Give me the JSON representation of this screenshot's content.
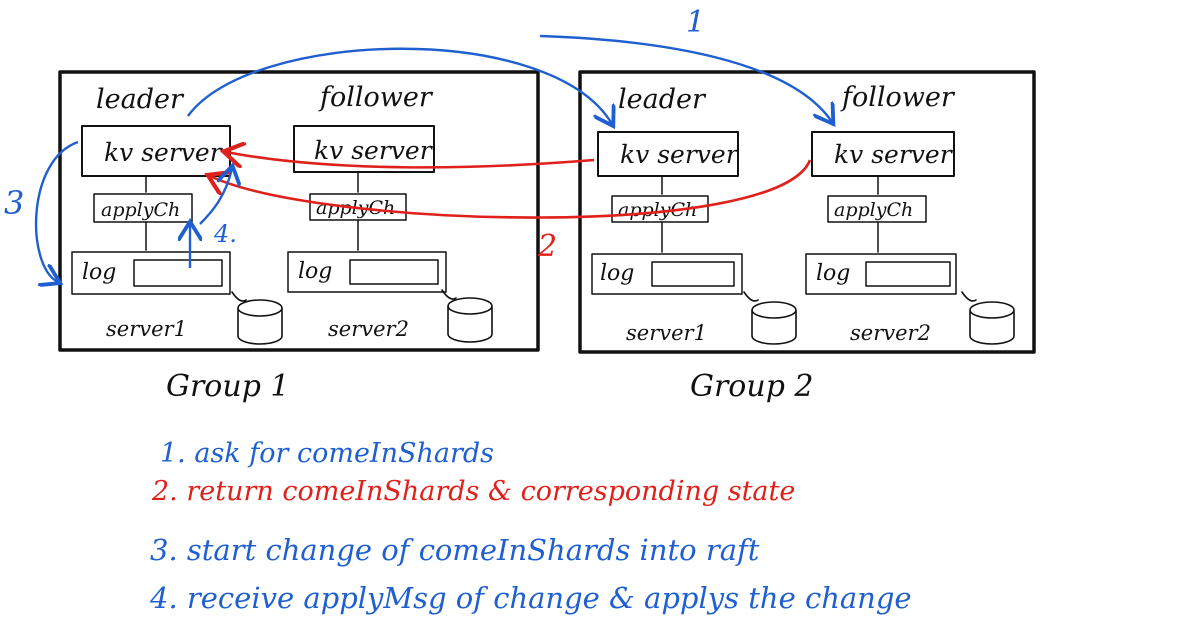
{
  "colors": {
    "ink": "#111111",
    "blue": "#1f5fd0",
    "red": "#e0201a"
  },
  "groups": [
    {
      "label": "Group 1",
      "servers": [
        {
          "role": "leader",
          "kv": "kv server",
          "apply": "applyCh",
          "log": "log",
          "name": "server1"
        },
        {
          "role": "follower",
          "kv": "kv server",
          "apply": "applyCh",
          "log": "log",
          "name": "server2"
        }
      ]
    },
    {
      "label": "Group 2",
      "servers": [
        {
          "role": "leader",
          "kv": "kv server",
          "apply": "applyCh",
          "log": "log",
          "name": "server1"
        },
        {
          "role": "follower",
          "kv": "kv server",
          "apply": "applyCh",
          "log": "log",
          "name": "server2"
        }
      ]
    }
  ],
  "arrow_labels": {
    "a1": "1",
    "a2": "2",
    "a3": "3",
    "a4": "4."
  },
  "legend": [
    {
      "text": "1. ask for comeInShards",
      "color": "#1f5fd0"
    },
    {
      "text": "2. return comeInShards & corresponding state",
      "color": "#e0201a"
    },
    {
      "text": "3. start change of comeInShards into raft",
      "color": "#1f5fd0"
    },
    {
      "text": "4. receive applyMsg of change & applys the change",
      "color": "#1f5fd0"
    }
  ]
}
